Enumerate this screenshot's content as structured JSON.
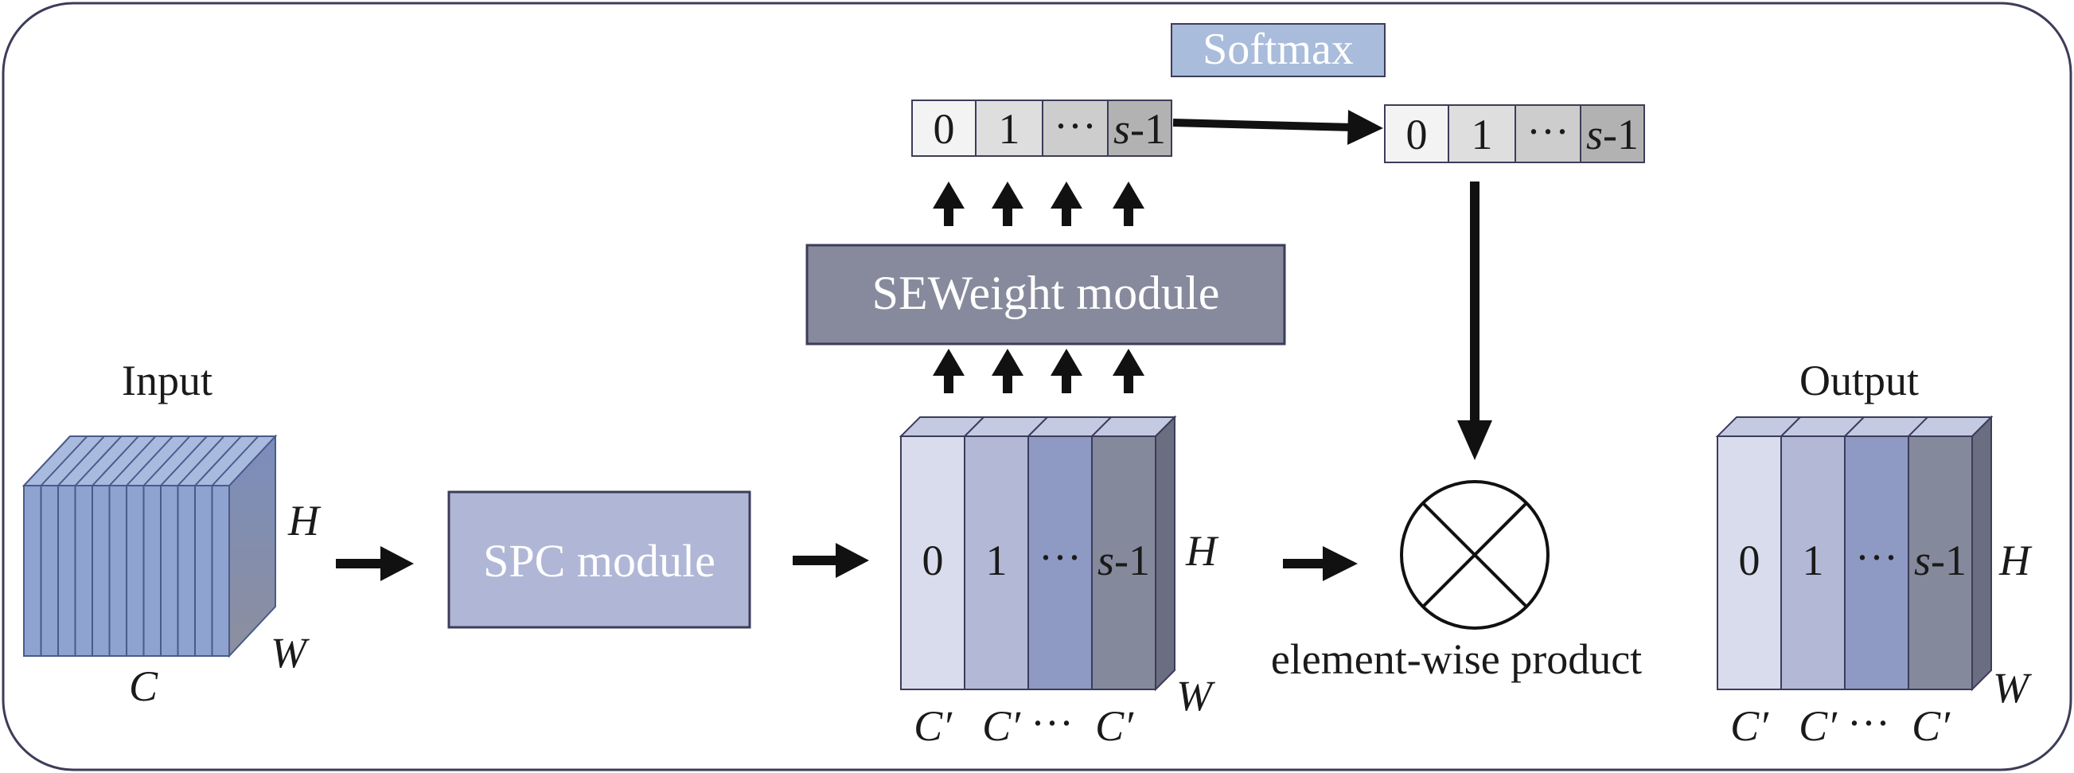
{
  "input_block": {
    "label": "Input",
    "dim_h": "H",
    "dim_w": "W",
    "dim_c": "C"
  },
  "spc_module": {
    "label": "SPC module"
  },
  "seweight_module": {
    "label": "SEWeight module"
  },
  "softmax": {
    "label": "Softmax"
  },
  "vector_left": {
    "cells": [
      "0",
      "1",
      "···"
    ],
    "last_italic": "s",
    "last_suffix": "-1"
  },
  "vector_right": {
    "cells": [
      "0",
      "1",
      "···"
    ],
    "last_italic": "s",
    "last_suffix": "-1"
  },
  "split_block": {
    "cells": [
      "0",
      "1",
      "···"
    ],
    "last_italic": "s",
    "last_suffix": "-1",
    "dim_h": "H",
    "dim_w": "W",
    "bottom_c1": "C′",
    "bottom_c2": "C′",
    "bottom_dots": "···",
    "bottom_c3": "C′"
  },
  "product": {
    "label": "element-wise product"
  },
  "output_block": {
    "label": "Output",
    "cells": [
      "0",
      "1",
      "···"
    ],
    "last_italic": "s",
    "last_suffix": "-1",
    "dim_h": "H",
    "dim_w": "W",
    "bottom_c1": "C′",
    "bottom_c2": "C′",
    "bottom_dots": "···",
    "bottom_c3": "C′"
  },
  "colors": {
    "frame": "#3c3c5a",
    "input_front": "#8ea3cf",
    "input_top": "#a9badf",
    "spc": "#b0b7d6",
    "seweight": "#878a9c",
    "softmax": "#a9bcdb",
    "slab0": "#d9dcec",
    "slab1": "#b2b8d6",
    "slab2": "#8e99c4",
    "slab3": "#85899c",
    "vec0": "#f3f3f3",
    "vec1": "#dedede",
    "vec2": "#cdcdcd",
    "vec3": "#b2b2b2"
  }
}
